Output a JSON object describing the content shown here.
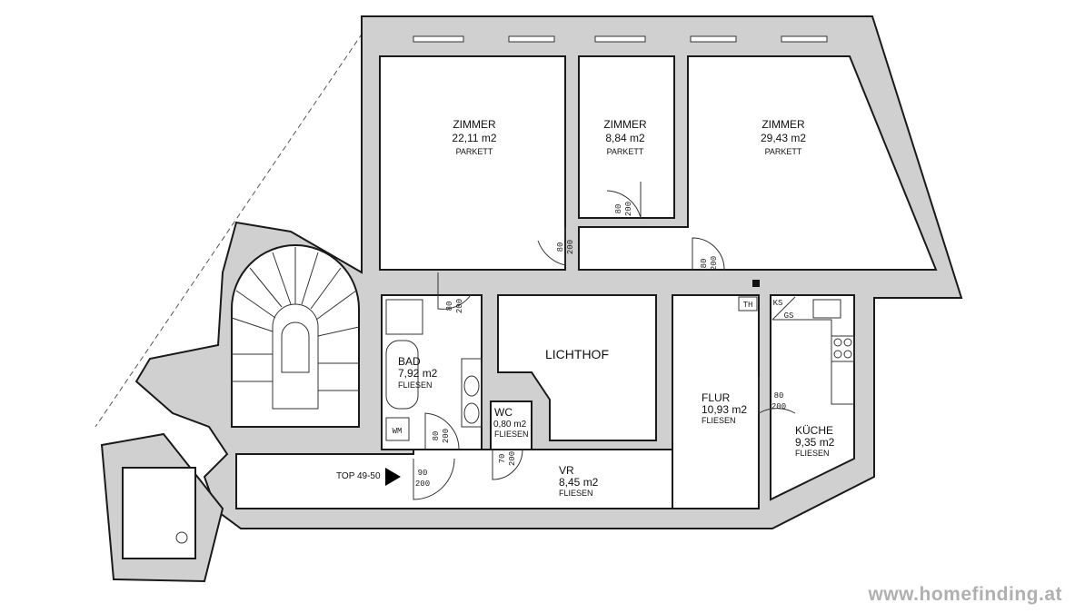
{
  "rooms": {
    "zimmer1": {
      "name": "ZIMMER",
      "area": "22,11 m2",
      "floor": "PARKETT"
    },
    "zimmer2": {
      "name": "ZIMMER",
      "area": "8,84 m2",
      "floor": "PARKETT"
    },
    "zimmer3": {
      "name": "ZIMMER",
      "area": "29,43 m2",
      "floor": "PARKETT"
    },
    "lichthof": {
      "name": "LICHTHOF"
    },
    "bad": {
      "name": "BAD",
      "area": "7,92 m2",
      "floor": "FLIESEN"
    },
    "wc": {
      "name": "WC",
      "area": "0,80 m2",
      "floor": "FLIESEN"
    },
    "flur": {
      "name": "FLUR",
      "area": "10,93 m2",
      "floor": "FLIESEN"
    },
    "kueche": {
      "name": "KÜCHE",
      "area": "9,35 m2",
      "floor": "FLIESEN"
    },
    "vr": {
      "name": "VR",
      "area": "8,45 m2",
      "floor": "FLIESEN"
    }
  },
  "unit_label": "TOP 49-50",
  "doors": [
    {
      "w": "80",
      "h": "200"
    },
    {
      "w": "80",
      "h": "200"
    },
    {
      "w": "80",
      "h": "200"
    },
    {
      "w": "80",
      "h": "200"
    },
    {
      "w": "80",
      "h": "200"
    },
    {
      "w": "90",
      "h": "200"
    },
    {
      "w": "70",
      "h": "200"
    },
    {
      "w": "80",
      "h": "200"
    }
  ],
  "fixtures": {
    "th": "TH",
    "ks": "KS",
    "gs": "GS",
    "wm": "WM"
  },
  "watermark": "www.homefinding.at"
}
